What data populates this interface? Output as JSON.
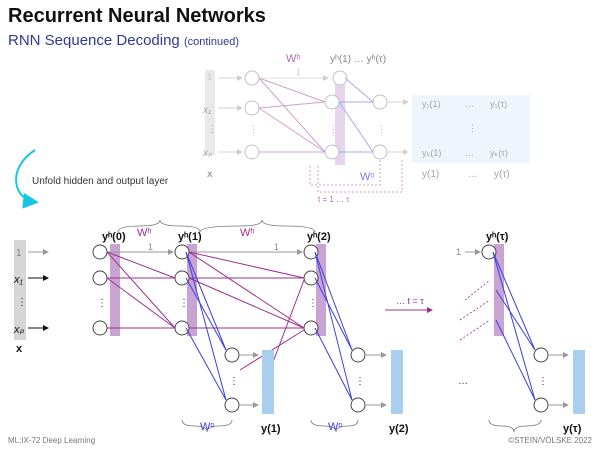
{
  "header": {
    "title": "Recurrent Neural Networks",
    "subtitle": "RNN Sequence Decoding",
    "subtitle_note": "(continued)"
  },
  "top_diagram": {
    "weight_hidden": "Wʰ",
    "weight_output": "Wᵒ",
    "hidden_outputs": "yʰ(1) … yʰ(τ)",
    "inputs": [
      "1",
      "x₁",
      "⋮",
      "xₚ"
    ],
    "input_vector": "x",
    "matrix": [
      "y₁(1)",
      "…",
      "y₁(τ)",
      "⋮",
      "yₖ(1)",
      "…",
      "yₖ(τ)"
    ],
    "matrix_cols": [
      "y(1)",
      "…",
      "y(τ)"
    ],
    "loop_label": "t = 1 … τ",
    "one_label": "1"
  },
  "unfold_label": "Unfold hidden and output layer",
  "bottom_diagram": {
    "inputs": [
      "1",
      "x₁",
      "⋮",
      "xₚ"
    ],
    "input_vector": "x",
    "hidden_labels": [
      "yʰ(0)",
      "yʰ(1)",
      "yʰ(2)",
      "yʰ(τ)"
    ],
    "weight_hidden": "Wʰ",
    "weight_output": "Wᵒ",
    "outputs": [
      "y(1)",
      "y(2)",
      "y(τ)"
    ],
    "step_label": "… t = τ",
    "ellipsis": "…",
    "one_label": "1"
  },
  "footer": {
    "left": "ML:IX-72   Deep Learning",
    "right": "©STEIN/VÖLSKE 2022"
  },
  "colors": {
    "title_blue": "#2d3a96",
    "hidden_purple": "#9b2f8f",
    "hidden_band": "#c9a3d3",
    "output_blue": "#3b3fe0",
    "output_bar": "#a9cfee",
    "matrix_bg": "#dcebf9",
    "arrow_cyan": "#17c6e6"
  }
}
